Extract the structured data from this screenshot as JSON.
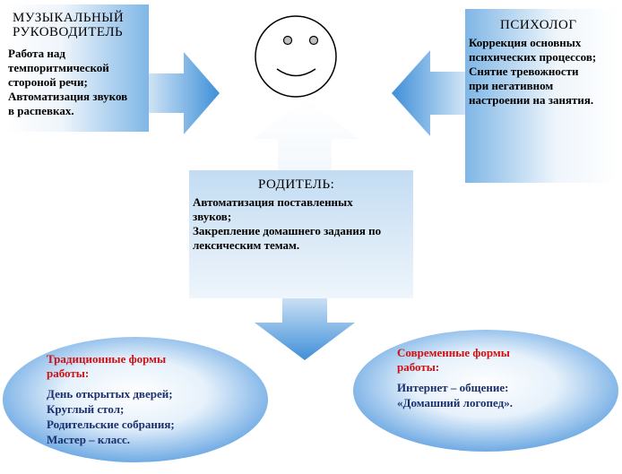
{
  "music": {
    "title_line1": "МУЗЫКАЛЬНЫЙ",
    "title_line2": "РУКОВОДИТЕЛЬ",
    "lines": [
      "Работа над",
      "темпоритмической",
      "стороной речи;",
      "Автоматизация звуков",
      "в распевках."
    ]
  },
  "psychologist": {
    "title": "ПСИХОЛОГ",
    "lines": [
      "Коррекция основных",
      "психических процессов;",
      "Снятие тревожности",
      "при негативном",
      "настроении на занятия."
    ]
  },
  "parent": {
    "title": "РОДИТЕЛЬ:",
    "lines": [
      "Автоматизация поставленных",
      "звуков;",
      "Закрепление домашнего задания по",
      "лексическим  темам."
    ]
  },
  "traditional": {
    "heading_line1": "Традиционные формы",
    "heading_line2": "работы:",
    "items": [
      "День открытых дверей;",
      "Круглый стол;",
      "Родительские собрания;",
      "Мастер – класс."
    ]
  },
  "modern": {
    "heading_line1": "Современные формы",
    "heading_line2": "работы:",
    "items": [
      "Интернет – общение:",
      "«Домашний логопед»."
    ]
  },
  "colors": {
    "arrow_blue": "#3f8fd8",
    "box_blue": "#7fb6e6",
    "ellipse_blue": "#5a9ee0",
    "heading_red": "#d01010",
    "text_navy": "#1a2f6e"
  }
}
